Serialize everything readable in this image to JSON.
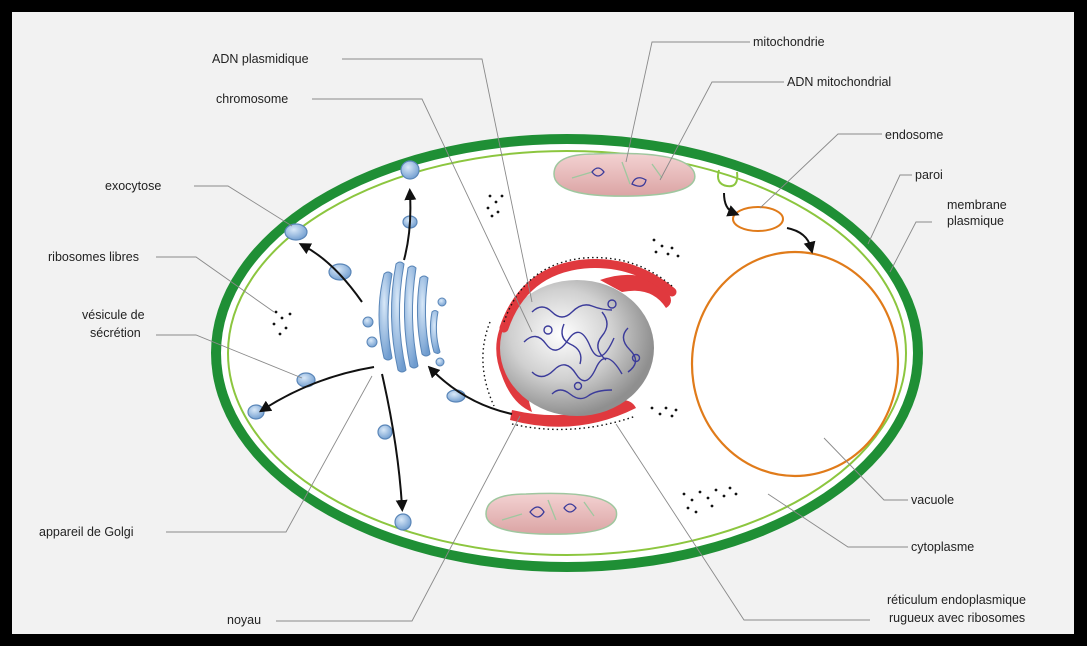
{
  "labels": {
    "adn_plasmidique": "ADN plasmidique",
    "chromosome": "chromosome",
    "exocytose": "exocytose",
    "ribosomes_libres": "ribosomes libres",
    "vesicule_line1": "vésicule de",
    "vesicule_line2": "sécrétion",
    "appareil_golgi": "appareil de Golgi",
    "noyau": "noyau",
    "mitochondrie": "mitochondrie",
    "adn_mitochondrial": "ADN mitochondrial",
    "endosome": "endosome",
    "paroi": "paroi",
    "membrane_line1": "membrane",
    "membrane_line2": "plasmique",
    "vacuole": "vacuole",
    "cytoplasme": "cytoplasme",
    "reticulum_line1": "réticulum endoplasmique",
    "reticulum_line2": "rugueux avec ribosomes"
  },
  "colors": {
    "frame": "#000000",
    "background": "#f2f2f2",
    "cell_wall": "#1f8f35",
    "plasma_membrane": "#8cc63f",
    "vacuole": "#e07b1a",
    "endoplasmic_reticulum": "#e0393e",
    "nucleus": "#a9a9a9",
    "dna": "#3b3b9a",
    "vesicle": "#7fa8d8",
    "mitochondrion": "#e8b4b4"
  }
}
